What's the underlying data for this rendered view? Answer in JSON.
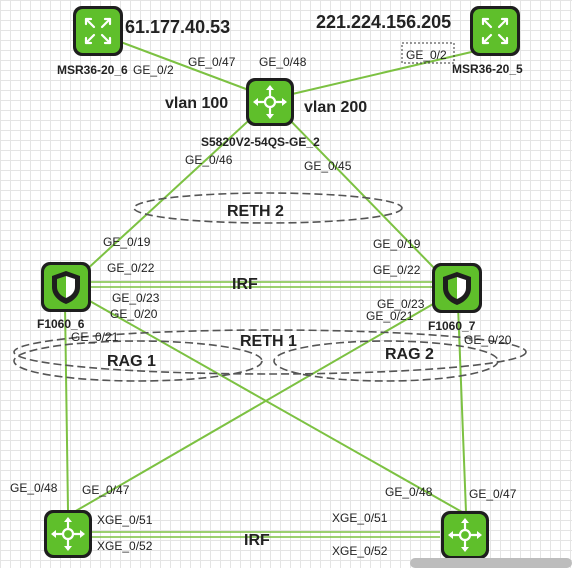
{
  "colors": {
    "link": "#7cc142",
    "device": "#5fbf2b",
    "device_border": "#1e1e1e"
  },
  "devices": {
    "router_left": {
      "name": "MSR36-20_6",
      "ip": "61.177.40.53",
      "icon": "router-icon"
    },
    "router_right": {
      "name": "MSR36-20_5",
      "ip": "221.224.156.205",
      "icon": "router-icon"
    },
    "core_switch": {
      "name": "S5820V2-54QS-GE_2",
      "icon": "switch-icon"
    },
    "firewall_left": {
      "name": "F1060_6",
      "icon": "firewall-shield-icon"
    },
    "firewall_right": {
      "name": "F1060_7",
      "icon": "firewall-shield-icon"
    },
    "access_switch_left": {
      "icon": "switch-icon"
    },
    "access_switch_right": {
      "icon": "switch-icon"
    }
  },
  "vlans": {
    "left": "vlan 100",
    "right": "vlan 200"
  },
  "groups": {
    "reth2": "RETH 2",
    "reth1": "RETH 1",
    "rag1": "RAG 1",
    "rag2": "RAG 2",
    "irf_top": "IRF",
    "irf_bottom": "IRF"
  },
  "ports": {
    "r_left_ge02": "GE_0/2",
    "r_right_ge02": "GE_0/2",
    "core_ge047": "GE_0/47",
    "core_ge048": "GE_0/48",
    "core_ge046": "GE_0/46",
    "core_ge045": "GE_0/45",
    "fw_l_ge019": "GE_0/19",
    "fw_l_ge022": "GE_0/22",
    "fw_l_ge023": "GE_0/23",
    "fw_l_ge020": "GE_0/20",
    "fw_l_ge021": "GE_0/21",
    "fw_r_ge019": "GE_0/19",
    "fw_r_ge022": "GE_0/22",
    "fw_r_ge023": "GE_0/23",
    "fw_r_ge021": "GE_0/21",
    "fw_r_ge020": "GE_0/20",
    "sw_l_ge048": "GE_0/48",
    "sw_l_ge047": "GE_0/47",
    "sw_l_xge051": "XGE_0/51",
    "sw_l_xge052": "XGE_0/52",
    "sw_r_ge048": "GE_0/48",
    "sw_r_ge047": "GE_0/47",
    "sw_r_xge051": "XGE_0/51",
    "sw_r_xge052": "XGE_0/52"
  }
}
